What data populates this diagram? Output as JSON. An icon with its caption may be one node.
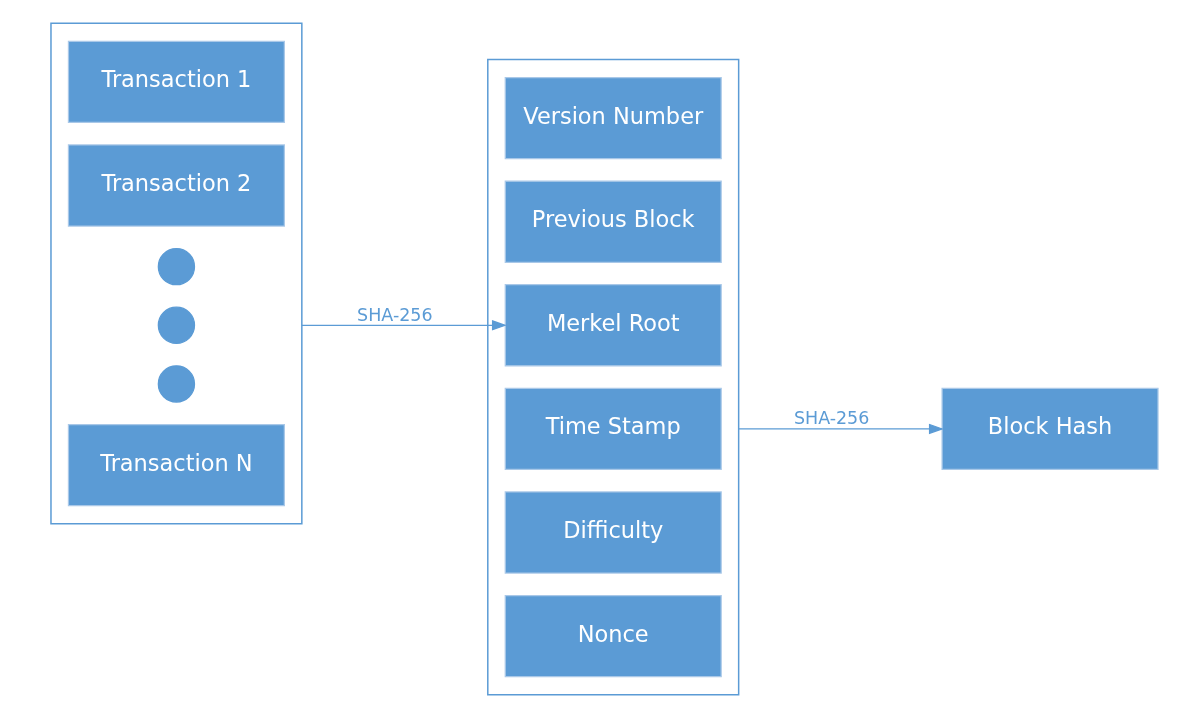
{
  "diagram": {
    "nodes": [
      {
        "text": [],
        "shape": "box"
      },
      {
        "text": [
          "Transaction 1"
        ],
        "in": 0
      },
      {
        "text": [
          "Transaction 2"
        ],
        "in": 0
      },
      {
        "text": [],
        "shape": "circle",
        "in": 0
      },
      {
        "text": [],
        "shape": "circle",
        "in": 0
      },
      {
        "text": [],
        "shape": "circle",
        "in": 0
      },
      {
        "text": [
          "Transaction N"
        ],
        "in": 0
      },
      {
        "text": [],
        "shape": "box"
      },
      {
        "text": [
          "Version Number"
        ],
        "in": 7
      },
      {
        "text": [
          "Previous Block"
        ],
        "in": 7
      },
      {
        "text": [
          "Merkel Root"
        ],
        "in": 7
      },
      {
        "text": [
          "Time Stamp"
        ],
        "in": 7
      },
      {
        "text": [
          "Difficulty"
        ],
        "in": 7
      },
      {
        "text": [
          "Nonce"
        ],
        "in": 7
      },
      {
        "text": [
          "Block Hash"
        ]
      }
    ],
    "edges": [
      {
        "from": 0,
        "to": 10,
        "arrow": "to",
        "label": "SHA-256"
      },
      {
        "from": 7,
        "to": 14,
        "arrow": "to",
        "label": "SHA-256"
      }
    ]
  }
}
